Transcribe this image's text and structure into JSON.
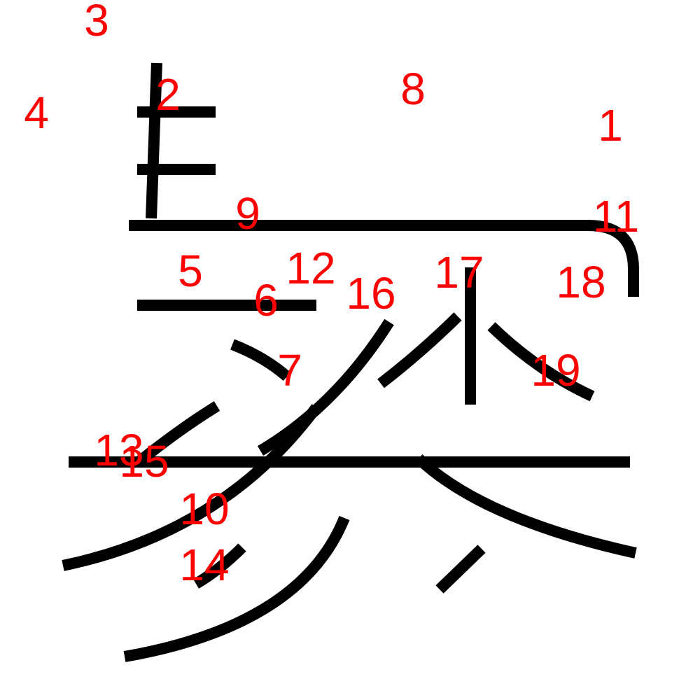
{
  "colors": {
    "stroke": "#000000",
    "label": "#ff0000",
    "background": "#ffffff"
  },
  "strokes": [
    {
      "id": "stroke-1"
    },
    {
      "id": "stroke-2"
    },
    {
      "id": "stroke-3"
    },
    {
      "id": "stroke-4"
    },
    {
      "id": "stroke-5"
    },
    {
      "id": "stroke-6"
    },
    {
      "id": "stroke-7"
    },
    {
      "id": "stroke-8"
    },
    {
      "id": "stroke-9"
    },
    {
      "id": "stroke-10"
    },
    {
      "id": "stroke-11"
    },
    {
      "id": "stroke-12"
    },
    {
      "id": "stroke-13"
    },
    {
      "id": "stroke-14"
    },
    {
      "id": "stroke-15"
    },
    {
      "id": "stroke-16"
    },
    {
      "id": "stroke-17"
    },
    {
      "id": "stroke-18"
    },
    {
      "id": "stroke-19"
    }
  ],
  "labels": [
    "1",
    "2",
    "3",
    "4",
    "5",
    "6",
    "7",
    "8",
    "9",
    "10",
    "11",
    "12",
    "13",
    "14",
    "15",
    "16",
    "17",
    "18",
    "19"
  ]
}
